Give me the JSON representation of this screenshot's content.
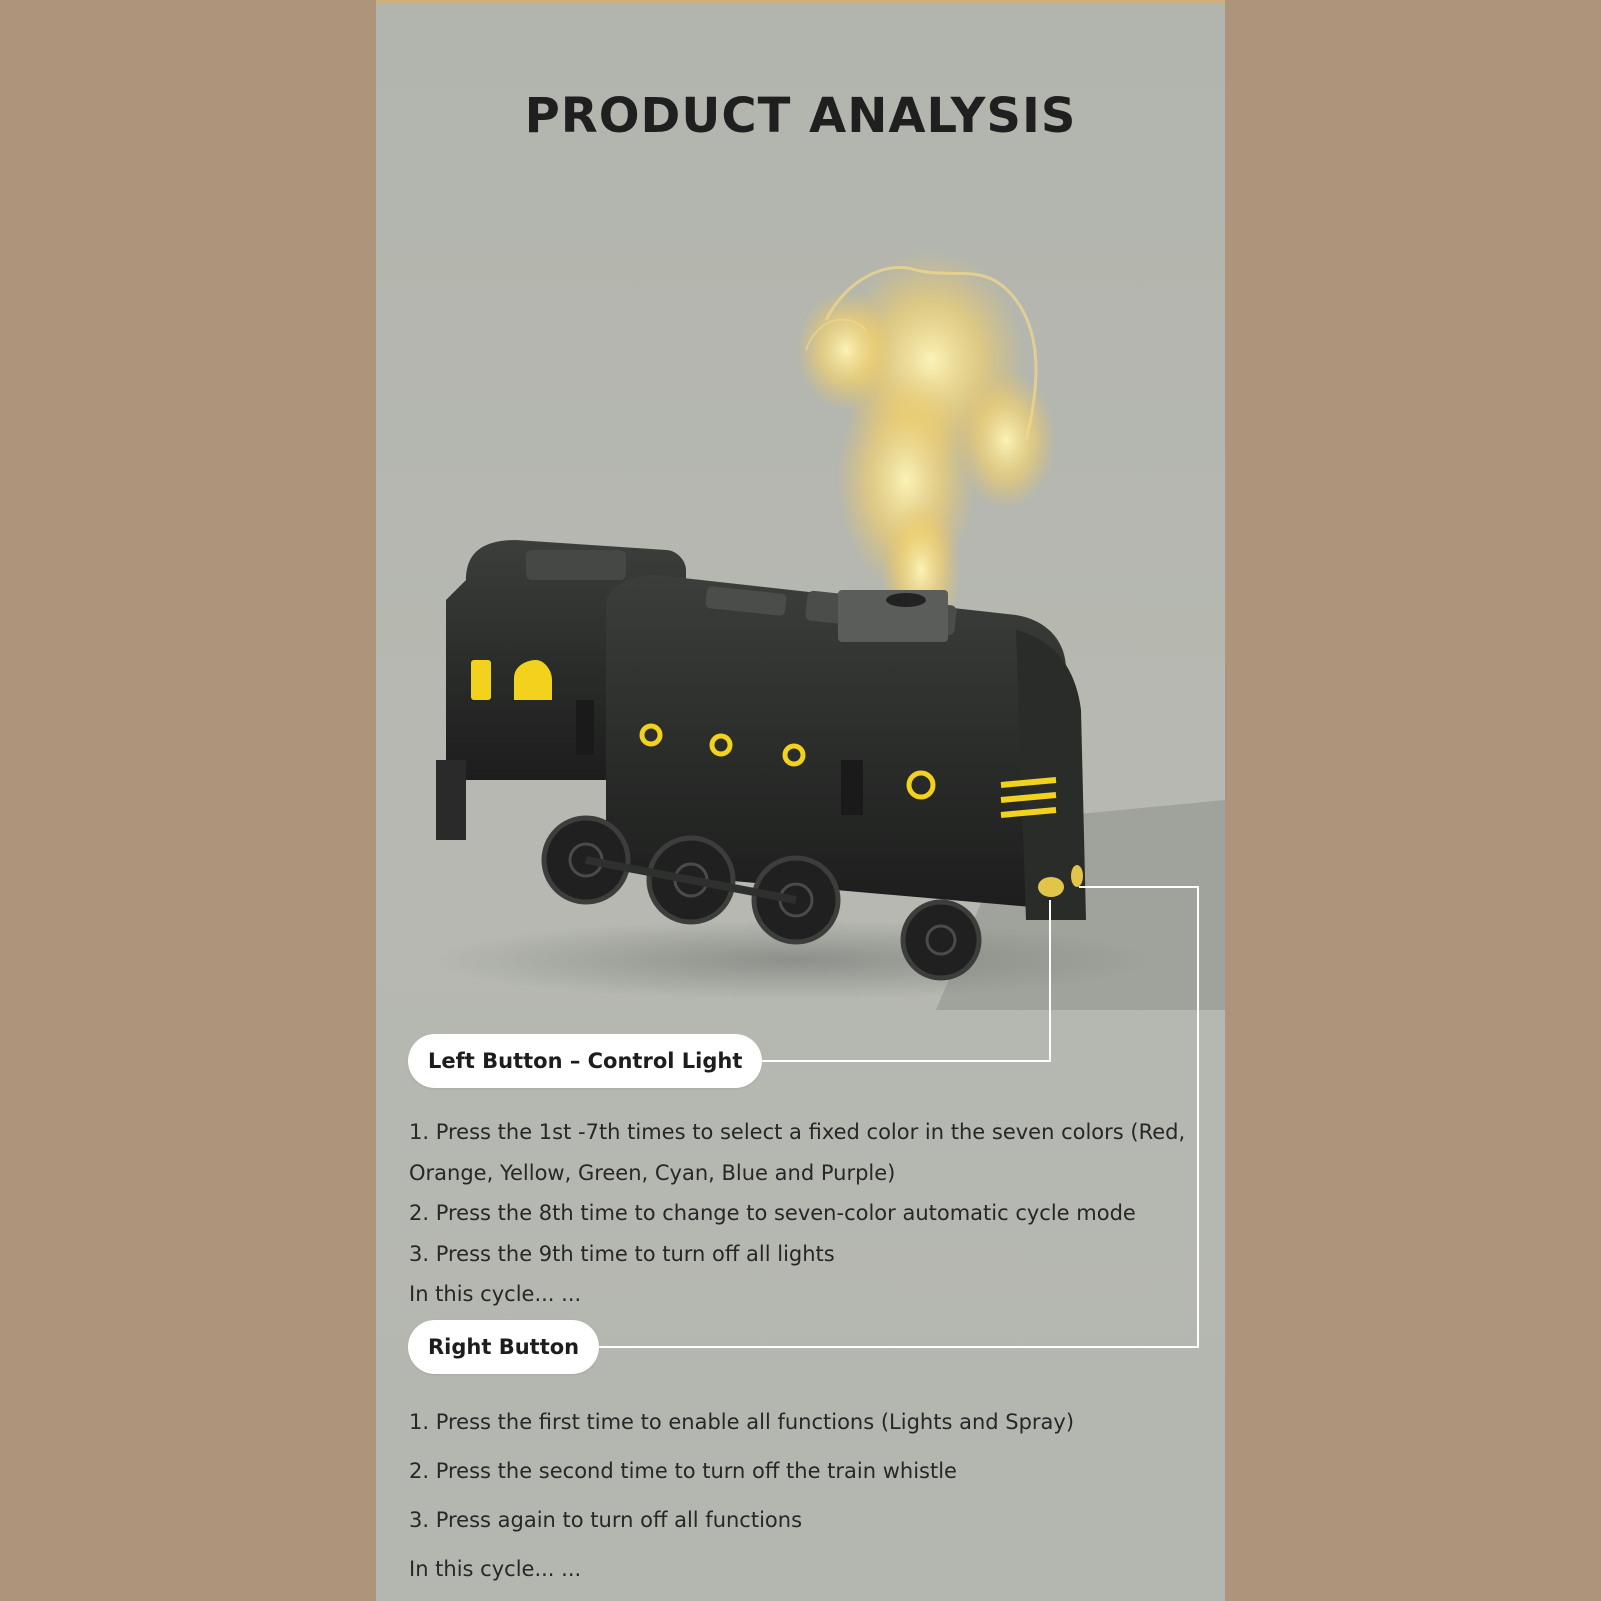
{
  "header": {
    "title": "PRODUCT ANALYSIS"
  },
  "left_button": {
    "label": "Left Button – Control Light",
    "lines": [
      "1. Press the 1st -7th times to select a fixed color in the seven colors (Red, Orange, Yellow, Green, Cyan, Blue and Purple)",
      "2. Press the 8th time to change to seven-color automatic cycle mode",
      "3. Press the 9th time to turn off all lights",
      "In this cycle... ..."
    ]
  },
  "right_button": {
    "label": "Right Button",
    "lines": [
      "1. Press the first time to enable all functions (Lights and Spray)",
      "2. Press the second time to turn off the train whistle",
      "3. Press again to turn off all functions",
      "In this cycle... ..."
    ]
  },
  "colors": {
    "outer_background": "#ae947b",
    "panel_background": "#b4b7b0",
    "train_body": "#2a2c2a",
    "accent_yellow": "#f2d21c",
    "mist": "#ffe27a"
  }
}
